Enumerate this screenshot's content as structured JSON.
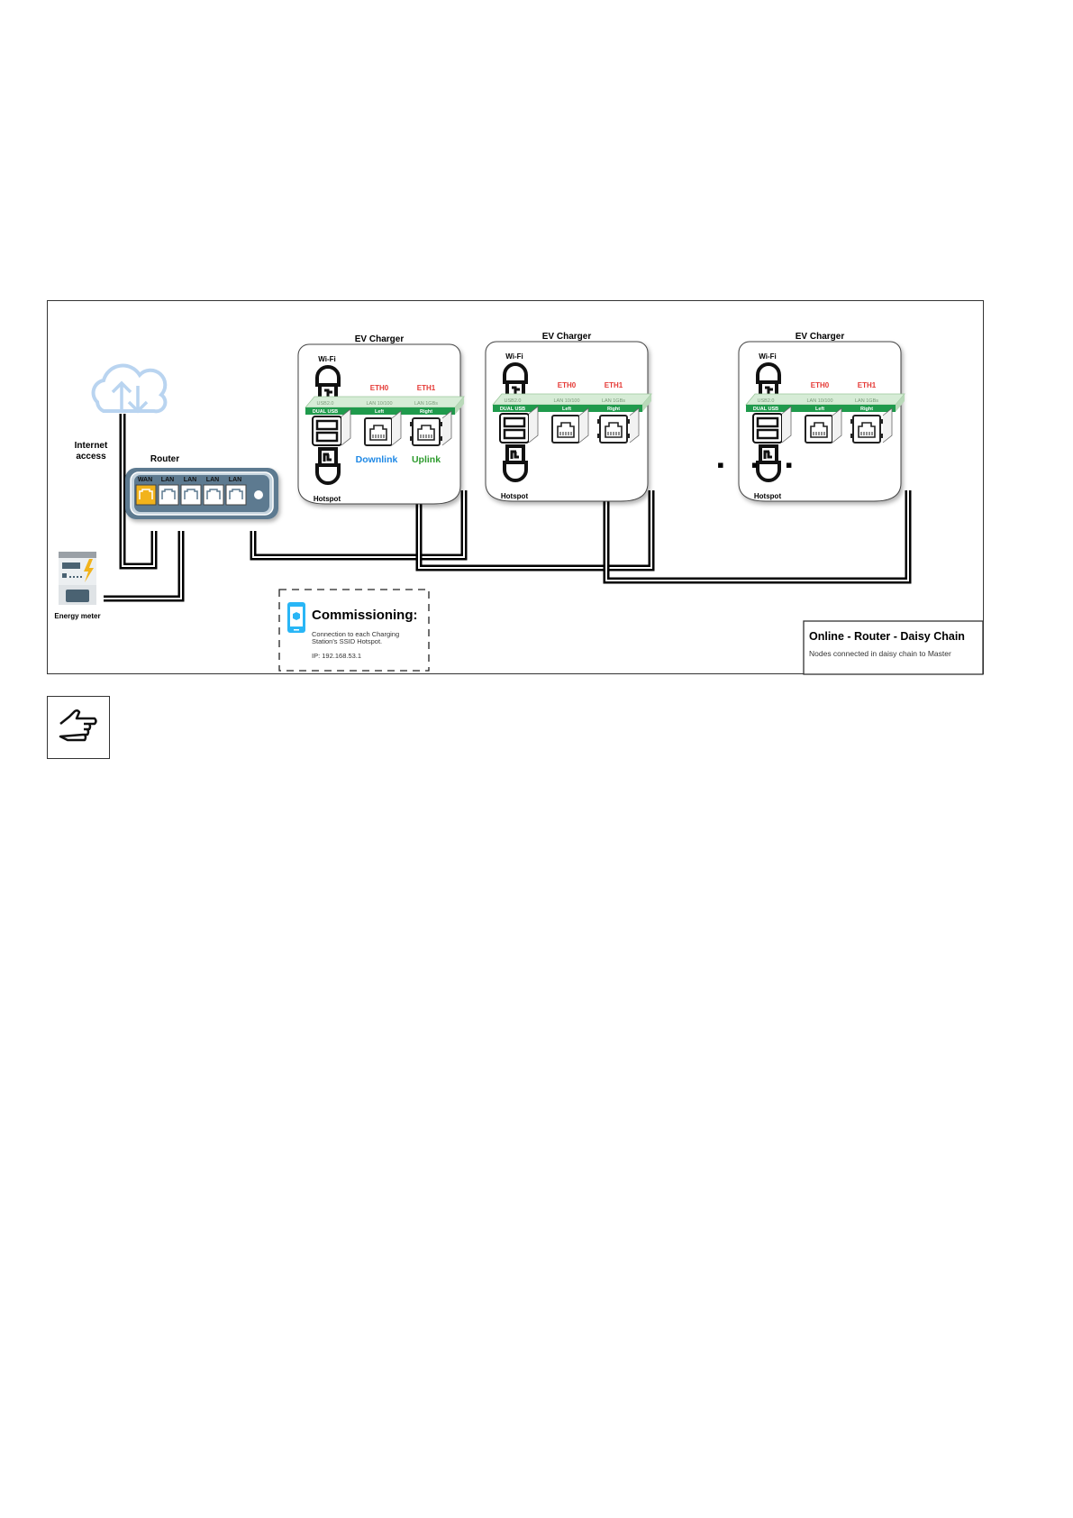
{
  "internet": {
    "label_line1": "Internet",
    "label_line2": "access",
    "icon": "cloud-upload-download-icon"
  },
  "router": {
    "label": "Router",
    "ports": [
      "WAN",
      "LAN",
      "LAN",
      "LAN",
      "LAN"
    ]
  },
  "energy_meter": {
    "label": "Energy meter"
  },
  "chargers": [
    {
      "title": "EV Charger",
      "wifi_label": "Wi-Fi",
      "hotspot_label": "Hotspot",
      "eth0": "ETH0",
      "eth1": "ETH1",
      "strip_top": [
        "USB2.0",
        "LAN 10/100",
        "LAN 1GBs"
      ],
      "strip_bottom": [
        "DUAL USB",
        "Left",
        "Right"
      ],
      "downlink": "Downlink",
      "uplink": "Uplink"
    },
    {
      "title": "EV Charger",
      "wifi_label": "Wi-Fi",
      "hotspot_label": "Hotspot",
      "eth0": "ETH0",
      "eth1": "ETH1",
      "strip_top": [
        "USB2.0",
        "LAN 10/100",
        "LAN 1GBs"
      ],
      "strip_bottom": [
        "DUAL USB",
        "Left",
        "Right"
      ]
    },
    {
      "title": "EV Charger",
      "wifi_label": "Wi-Fi",
      "hotspot_label": "Hotspot",
      "eth0": "ETH0",
      "eth1": "ETH1",
      "strip_top": [
        "USB2.0",
        "LAN 10/100",
        "LAN 1GBs"
      ],
      "strip_bottom": [
        "DUAL USB",
        "Left",
        "Right"
      ]
    }
  ],
  "ellipsis": "▪ ▪ ▪",
  "commissioning": {
    "title": "Commissioning:",
    "line1": "Connection to each Charging",
    "line2": "Station's SSID Hotspot.",
    "ip": "IP: 192.168.53.1"
  },
  "legend": {
    "title": "Online - Router - Daisy Chain",
    "subtitle": "Nodes connected in daisy chain to Master"
  },
  "colors": {
    "eth_label": "#e53935",
    "downlink": "#1e88e5",
    "uplink": "#2e9b2e",
    "strip_green": "#1f9a4c",
    "strip_light": "#d6ecd6",
    "router_body": "#5d7a90",
    "wan_port": "#f2b31b",
    "cloud": "#b9d4f0",
    "phone": "#29b6f6"
  },
  "note_icon": "pointing-hand-icon"
}
